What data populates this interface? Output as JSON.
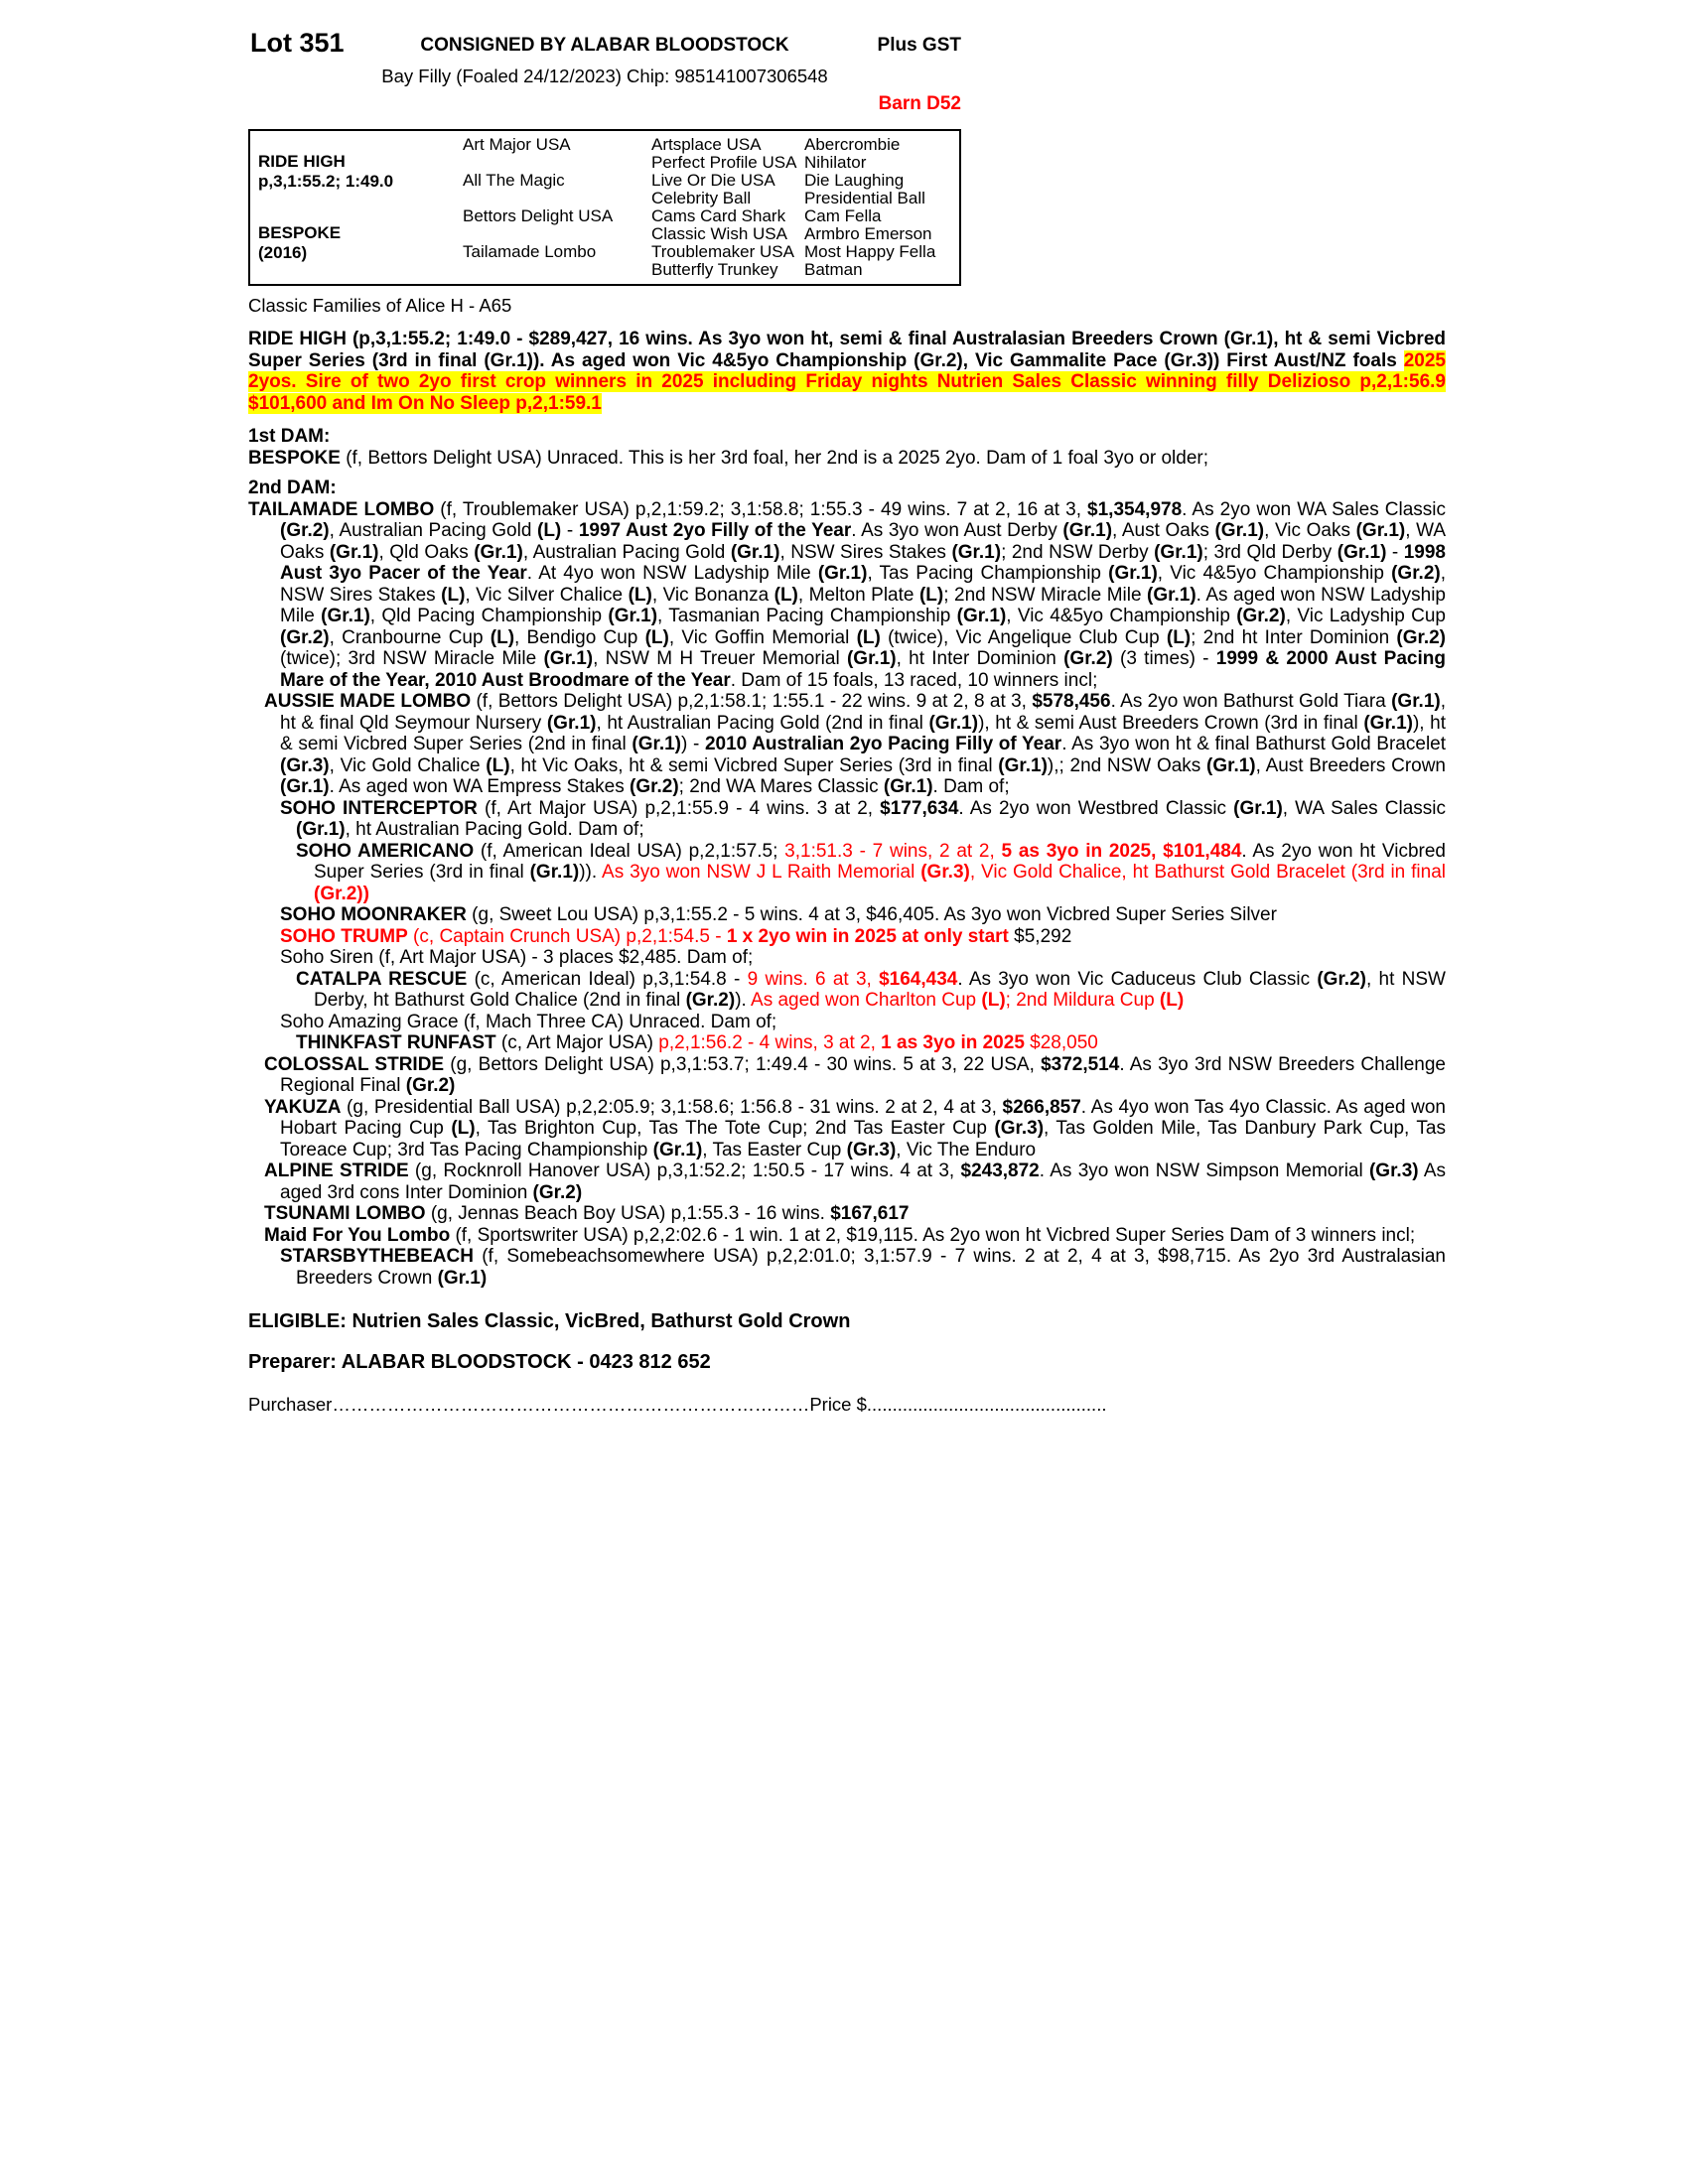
{
  "header": {
    "lot": "Lot 351",
    "consigned": "CONSIGNED BY ALABAR BLOODSTOCK",
    "plus_gst": "Plus GST",
    "subtitle": "Bay Filly (Foaled 24/12/2023) Chip: 985141007306548",
    "barn": "Barn D52"
  },
  "pedigree": {
    "sire_name": "RIDE HIGH",
    "sire_record": "p,3,1:55.2; 1:49.0",
    "dam_name": "BESPOKE",
    "dam_year": "(2016)",
    "gen2": [
      "Art Major USA",
      "All The Magic",
      "Bettors Delight USA",
      "Tailamade Lombo"
    ],
    "gen3": [
      "Artsplace USA",
      "Perfect Profile USA",
      "Live Or Die USA",
      "Celebrity Ball",
      "Cams Card Shark",
      "Classic Wish USA",
      "Troublemaker USA",
      "Butterfly Trunkey"
    ],
    "gen4": [
      "Abercrombie",
      "Nihilator",
      "Die Laughing",
      "Presidential Ball",
      "Cam Fella",
      "Armbro Emerson",
      "Most Happy Fella",
      "Batman"
    ]
  },
  "family_line": "Classic Families of Alice H - A65",
  "sire_para": [
    {
      "s": "b",
      "t": "RIDE HIGH (p,3,1:55.2; 1:49.0 - $289,427, 16 wins. As 3yo won ht, semi & final Australasian Breeders Crown (Gr.1), ht & semi Vicbred Super Series (3rd in final (Gr.1)). As aged won Vic 4&5yo Championship (Gr.2), Vic Gammalite Pace (Gr.3)) First Aust/NZ foals "
    },
    {
      "s": "hb",
      "t": "2025 2yos. Sire of two 2yo first crop winners in 2025 including Friday nights Nutrien Sales Classic winning filly Delizioso p,2,1:56.9 $101,600 and Im On No Sleep p,2,1:59.1"
    }
  ],
  "dam1": {
    "heading": "1st DAM:",
    "bespoke": [
      {
        "s": "b",
        "t": "BESPOKE"
      },
      {
        "t": " (f, Bettors Delight USA) Unraced. This is her 3rd foal, her 2nd is a 2025 2yo. Dam of 1 foal 3yo or older;"
      }
    ]
  },
  "dam2": {
    "heading": "2nd DAM:",
    "tailamade": [
      {
        "s": "b",
        "t": "TAILAMADE LOMBO"
      },
      {
        "t": " (f, Troublemaker USA) p,2,1:59.2; 3,1:58.8; 1:55.3 - 49 wins. 7 at 2, 16 at 3, "
      },
      {
        "s": "b",
        "t": "$1,354,978"
      },
      {
        "t": ". As 2yo won WA Sales Classic "
      },
      {
        "s": "b",
        "t": "(Gr.2)"
      },
      {
        "t": ", Australian Pacing Gold "
      },
      {
        "s": "b",
        "t": "(L)"
      },
      {
        "t": " - "
      },
      {
        "s": "b",
        "t": "1997 Aust 2yo Filly of the Year"
      },
      {
        "t": ". As 3yo won Aust Derby "
      },
      {
        "s": "b",
        "t": "(Gr.1)"
      },
      {
        "t": ", Aust Oaks "
      },
      {
        "s": "b",
        "t": "(Gr.1)"
      },
      {
        "t": ", Vic Oaks "
      },
      {
        "s": "b",
        "t": "(Gr.1)"
      },
      {
        "t": ", WA Oaks "
      },
      {
        "s": "b",
        "t": "(Gr.1)"
      },
      {
        "t": ", Qld Oaks "
      },
      {
        "s": "b",
        "t": "(Gr.1)"
      },
      {
        "t": ", Australian Pacing Gold "
      },
      {
        "s": "b",
        "t": "(Gr.1)"
      },
      {
        "t": ", NSW Sires Stakes "
      },
      {
        "s": "b",
        "t": "(Gr.1)"
      },
      {
        "t": "; 2nd NSW Derby "
      },
      {
        "s": "b",
        "t": "(Gr.1)"
      },
      {
        "t": "; 3rd Qld Derby "
      },
      {
        "s": "b",
        "t": "(Gr.1)"
      },
      {
        "t": " - "
      },
      {
        "s": "b",
        "t": "1998 Aust 3yo Pacer of the Year"
      },
      {
        "t": ". At 4yo won NSW Ladyship Mile "
      },
      {
        "s": "b",
        "t": "(Gr.1)"
      },
      {
        "t": ", Tas Pacing Championship "
      },
      {
        "s": "b",
        "t": "(Gr.1)"
      },
      {
        "t": ", Vic 4&5yo Championship "
      },
      {
        "s": "b",
        "t": "(Gr.2)"
      },
      {
        "t": ", NSW Sires Stakes "
      },
      {
        "s": "b",
        "t": "(L)"
      },
      {
        "t": ", Vic Silver Chalice "
      },
      {
        "s": "b",
        "t": "(L)"
      },
      {
        "t": ", Vic Bonanza "
      },
      {
        "s": "b",
        "t": "(L)"
      },
      {
        "t": ", Melton Plate "
      },
      {
        "s": "b",
        "t": "(L)"
      },
      {
        "t": "; 2nd NSW Miracle Mile "
      },
      {
        "s": "b",
        "t": "(Gr.1)"
      },
      {
        "t": ". As aged won NSW Ladyship Mile "
      },
      {
        "s": "b",
        "t": "(Gr.1)"
      },
      {
        "t": ", Qld Pacing Championship "
      },
      {
        "s": "b",
        "t": "(Gr.1)"
      },
      {
        "t": ", Tasmanian Pacing Championship "
      },
      {
        "s": "b",
        "t": "(Gr.1)"
      },
      {
        "t": ", Vic 4&5yo Championship "
      },
      {
        "s": "b",
        "t": "(Gr.2)"
      },
      {
        "t": ", Vic Ladyship Cup "
      },
      {
        "s": "b",
        "t": "(Gr.2)"
      },
      {
        "t": ", Cranbourne Cup "
      },
      {
        "s": "b",
        "t": "(L)"
      },
      {
        "t": ", Bendigo Cup "
      },
      {
        "s": "b",
        "t": "(L)"
      },
      {
        "t": ", Vic Goffin Memorial "
      },
      {
        "s": "b",
        "t": "(L)"
      },
      {
        "t": " (twice), Vic Angelique Club Cup "
      },
      {
        "s": "b",
        "t": "(L)"
      },
      {
        "t": "; 2nd ht Inter Dominion "
      },
      {
        "s": "b",
        "t": "(Gr.2)"
      },
      {
        "t": " (twice); 3rd NSW Miracle Mile "
      },
      {
        "s": "b",
        "t": "(Gr.1)"
      },
      {
        "t": ", NSW M H Treuer Memorial "
      },
      {
        "s": "b",
        "t": "(Gr.1)"
      },
      {
        "t": ", ht Inter Dominion "
      },
      {
        "s": "b",
        "t": "(Gr.2)"
      },
      {
        "t": " (3 times) - "
      },
      {
        "s": "b",
        "t": "1999 & 2000 Aust Pacing Mare of the Year, 2010 Aust Broodmare of the Year"
      },
      {
        "t": ". Dam of 15 foals, 13 raced, 10 winners incl;"
      }
    ],
    "aussie_made": [
      {
        "s": "b",
        "t": "AUSSIE MADE LOMBO"
      },
      {
        "t": " (f, Bettors Delight USA) p,2,1:58.1; 1:55.1 - 22 wins. 9 at 2, 8 at 3, "
      },
      {
        "s": "b",
        "t": "$578,456"
      },
      {
        "t": ". As 2yo won Bathurst Gold Tiara "
      },
      {
        "s": "b",
        "t": "(Gr.1)"
      },
      {
        "t": ", ht & final Qld Seymour Nursery "
      },
      {
        "s": "b",
        "t": "(Gr.1)"
      },
      {
        "t": ", ht Australian Pacing Gold (2nd in final "
      },
      {
        "s": "b",
        "t": "(Gr.1)"
      },
      {
        "t": "), ht & semi Aust Breeders Crown (3rd in final "
      },
      {
        "s": "b",
        "t": "(Gr.1)"
      },
      {
        "t": "), ht & semi Vicbred Super Series (2nd in final "
      },
      {
        "s": "b",
        "t": "(Gr.1)"
      },
      {
        "t": ") - "
      },
      {
        "s": "b",
        "t": "2010 Australian 2yo Pacing Filly of Year"
      },
      {
        "t": ". As 3yo won ht & final Bathurst Gold Bracelet "
      },
      {
        "s": "b",
        "t": "(Gr.3)"
      },
      {
        "t": ", Vic Gold Chalice "
      },
      {
        "s": "b",
        "t": "(L)"
      },
      {
        "t": ", ht Vic Oaks, ht & semi Vicbred Super Series (3rd in final "
      },
      {
        "s": "b",
        "t": "(Gr.1)"
      },
      {
        "t": "),; 2nd NSW Oaks "
      },
      {
        "s": "b",
        "t": "(Gr.1)"
      },
      {
        "t": ", Aust Breeders Crown "
      },
      {
        "s": "b",
        "t": "(Gr.1)"
      },
      {
        "t": ". As aged won WA Empress Stakes "
      },
      {
        "s": "b",
        "t": "(Gr.2)"
      },
      {
        "t": "; 2nd WA Mares Classic "
      },
      {
        "s": "b",
        "t": "(Gr.1)"
      },
      {
        "t": ". Dam of;"
      }
    ],
    "soho_interceptor": [
      {
        "s": "b",
        "t": "SOHO INTERCEPTOR"
      },
      {
        "t": " (f, Art Major USA) p,2,1:55.9 - 4 wins. 3 at 2, "
      },
      {
        "s": "b",
        "t": "$177,634"
      },
      {
        "t": ". As 2yo won Westbred Classic "
      },
      {
        "s": "b",
        "t": "(Gr.1)"
      },
      {
        "t": ", WA Sales Classic "
      },
      {
        "s": "b",
        "t": "(Gr.1)"
      },
      {
        "t": ", ht Australian Pacing Gold. Dam of;"
      }
    ],
    "soho_americano": [
      {
        "s": "b",
        "t": "SOHO AMERICANO"
      },
      {
        "t": " (f, American Ideal USA) p,2,1:57.5; "
      },
      {
        "s": "r",
        "t": "3,1:51.3 - 7 wins, 2 at 2, "
      },
      {
        "s": "br",
        "t": "5 as 3yo in 2025, $101,484"
      },
      {
        "t": ". As 2yo won ht Vicbred Super Series (3rd in final "
      },
      {
        "s": "b",
        "t": "(Gr.1)"
      },
      {
        "t": ")). "
      },
      {
        "s": "r",
        "t": "As 3yo won NSW J L Raith Memorial "
      },
      {
        "s": "br",
        "t": "(Gr.3)"
      },
      {
        "s": "r",
        "t": ", Vic Gold Chalice, ht Bathurst Gold Bracelet (3rd in final "
      },
      {
        "s": "br",
        "t": "(Gr.2))"
      }
    ],
    "soho_moonraker": [
      {
        "s": "b",
        "t": "SOHO MOONRAKER"
      },
      {
        "t": " (g, Sweet Lou USA) p,3,1:55.2 - 5 wins. 4 at 3, $46,405. As 3yo won Vicbred Super Series Silver"
      }
    ],
    "soho_trump": [
      {
        "s": "br",
        "t": "SOHO TRUMP"
      },
      {
        "s": "r",
        "t": " (c, Captain Crunch USA) p,2,1:54.5 - "
      },
      {
        "s": "br",
        "t": "1 x 2yo win in 2025 at only start"
      },
      {
        "t": " $5,292"
      }
    ],
    "soho_siren": [
      {
        "t": "Soho Siren (f, Art Major USA) - 3 places $2,485. Dam of;"
      }
    ],
    "catalpa_rescue": [
      {
        "s": "b",
        "t": "CATALPA RESCUE"
      },
      {
        "t": " (c, American Ideal) p,3,1:54.8 - "
      },
      {
        "s": "r",
        "t": "9 wins. 6 at 3, "
      },
      {
        "s": "br",
        "t": "$164,434"
      },
      {
        "t": ". As 3yo won Vic Caduceus Club Classic "
      },
      {
        "s": "b",
        "t": "(Gr.2)"
      },
      {
        "t": ", ht NSW Derby, ht Bathurst Gold Chalice (2nd in final "
      },
      {
        "s": "b",
        "t": "(Gr.2)"
      },
      {
        "t": "). "
      },
      {
        "s": "r",
        "t": "As aged won Charlton Cup "
      },
      {
        "s": "br",
        "t": "(L)"
      },
      {
        "s": "r",
        "t": "; 2nd Mildura Cup "
      },
      {
        "s": "br",
        "t": "(L)"
      }
    ],
    "soho_amazing_grace": [
      {
        "t": "Soho Amazing Grace (f, Mach Three CA) Unraced. Dam of;"
      }
    ],
    "thinkfast_runfast": [
      {
        "s": "b",
        "t": "THINKFAST RUNFAST"
      },
      {
        "t": " (c, Art Major USA) "
      },
      {
        "s": "r",
        "t": "p,2,1:56.2 - 4 wins, 3 at 2, "
      },
      {
        "s": "br",
        "t": "1 as 3yo in 2025"
      },
      {
        "s": "r",
        "t": " $28,050"
      }
    ],
    "colossal_stride": [
      {
        "s": "b",
        "t": "COLOSSAL STRIDE"
      },
      {
        "t": " (g, Bettors Delight USA) p,3,1:53.7; 1:49.4 - 30 wins. 5 at 3, 22 USA, "
      },
      {
        "s": "b",
        "t": "$372,514"
      },
      {
        "t": ". As 3yo 3rd NSW Breeders Challenge Regional Final "
      },
      {
        "s": "b",
        "t": "(Gr.2)"
      }
    ],
    "yakuza": [
      {
        "s": "b",
        "t": "YAKUZA"
      },
      {
        "t": " (g, Presidential Ball USA) p,2,2:05.9; 3,1:58.6; 1:56.8 - 31 wins. 2 at 2, 4 at 3, "
      },
      {
        "s": "b",
        "t": "$266,857"
      },
      {
        "t": ". As 4yo won Tas 4yo Classic. As aged won Hobart Pacing Cup "
      },
      {
        "s": "b",
        "t": "(L)"
      },
      {
        "t": ", Tas Brighton Cup, Tas The Tote Cup; 2nd Tas Easter Cup "
      },
      {
        "s": "b",
        "t": "(Gr.3)"
      },
      {
        "t": ", Tas Golden Mile, Tas Danbury Park Cup, Tas Toreace Cup; 3rd Tas Pacing Championship "
      },
      {
        "s": "b",
        "t": "(Gr.1)"
      },
      {
        "t": ", Tas Easter Cup "
      },
      {
        "s": "b",
        "t": "(Gr.3)"
      },
      {
        "t": ", Vic The Enduro"
      }
    ],
    "alpine_stride": [
      {
        "s": "b",
        "t": "ALPINE STRIDE"
      },
      {
        "t": " (g, Rocknroll Hanover USA) p,3,1:52.2; 1:50.5 - 17 wins. 4 at 3, "
      },
      {
        "s": "b",
        "t": "$243,872"
      },
      {
        "t": ". As 3yo won NSW Simpson Memorial "
      },
      {
        "s": "b",
        "t": "(Gr.3)"
      },
      {
        "t": " As aged 3rd cons Inter Dominion "
      },
      {
        "s": "b",
        "t": "(Gr.2)"
      }
    ],
    "tsunami_lombo": [
      {
        "s": "b",
        "t": "TSUNAMI LOMBO"
      },
      {
        "t": " (g, Jennas Beach Boy USA) p,1:55.3 - 16 wins. "
      },
      {
        "s": "b",
        "t": "$167,617"
      }
    ],
    "maid_for_you_lombo": [
      {
        "s": "b",
        "t": "Maid For You Lombo"
      },
      {
        "t": " (f, Sportswriter USA) p,2,2:02.6 - 1 win. 1 at 2, $19,115. As 2yo won ht Vicbred Super Series Dam of 3 winners incl;"
      }
    ],
    "starsbythebeach": [
      {
        "s": "b",
        "t": "STARSBYTHEBEACH"
      },
      {
        "t": " (f, Somebeachsomewhere USA) p,2,2:01.0; 3,1:57.9 - 7 wins. 2 at 2, 4 at 3, $98,715. As 2yo 3rd Australasian Breeders Crown "
      },
      {
        "s": "b",
        "t": "(Gr.1)"
      }
    ]
  },
  "footer": {
    "eligible": "ELIGIBLE: Nutrien Sales Classic, VicBred, Bathurst Gold Crown",
    "preparer": "Preparer: ALABAR BLOODSTOCK - 0423 812 652",
    "purchaser_line": "Purchaser……………………………………………………………………Price $..............................................."
  }
}
